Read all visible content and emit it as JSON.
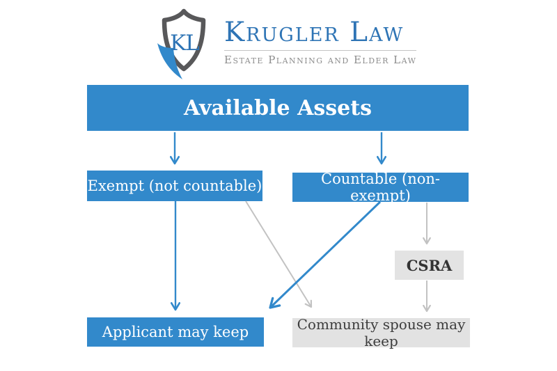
{
  "logo": {
    "monogram": "KL",
    "name": "Krugler Law",
    "tagline": "Estate Planning and Elder Law"
  },
  "flowchart": {
    "root": {
      "label": "Available Assets"
    },
    "branches": [
      {
        "id": "exempt",
        "label": "Exempt (not countable)"
      },
      {
        "id": "countable",
        "label": "Countable (non-exempt)"
      }
    ],
    "csra": {
      "label": "CSRA"
    },
    "outcomes": [
      {
        "id": "applicant",
        "label": "Applicant may keep"
      },
      {
        "id": "community",
        "label": "Community spouse may keep"
      }
    ],
    "colors": {
      "blue": "#3289cb",
      "gray_arrow": "#c2c2c2",
      "gray_box": "#e2e2e2",
      "dark_text": "#3d3d3d",
      "logo_blue": "#2e74b5",
      "shield_gray": "#58585a",
      "white": "#ffffff"
    }
  }
}
